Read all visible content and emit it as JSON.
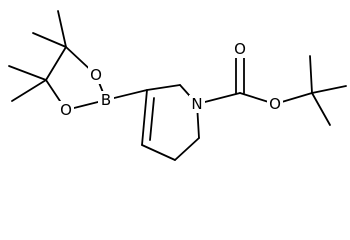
{
  "atoms": {
    "boron": "B",
    "ring_oxygen_upper": "O",
    "ring_oxygen_lower": "O",
    "nitrogen": "N",
    "carbonyl_oxygen": "O",
    "ester_oxygen": "O"
  }
}
